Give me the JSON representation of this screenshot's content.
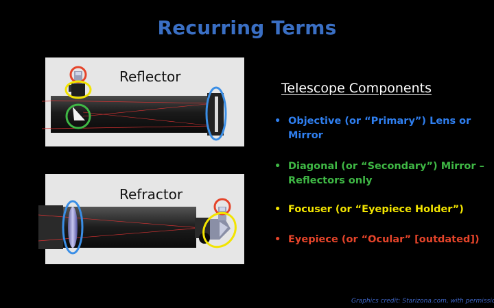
{
  "title": "Recurring Terms",
  "reflector_panel": {
    "label": "Reflector"
  },
  "refractor_panel": {
    "label": "Refractor"
  },
  "components": {
    "heading": "Telescope Components",
    "bullet_glyph": "•",
    "items": [
      {
        "text": "Objective (or “Primary”) Lens or Mirror",
        "color": "#2f7ff0"
      },
      {
        "text": "Diagonal (or “Secondary”) Mirror – Reflectors only",
        "color": "#3fb845"
      },
      {
        "text": "Focuser (or “Eyepiece Holder”)",
        "color": "#f2e400"
      },
      {
        "text": "Eyepiece (or “Ocular” [outdated])",
        "color": "#e5442a"
      }
    ]
  },
  "credit": "Graphics credit: Starizona.com, with permission",
  "colors": {
    "title": "#3a6fc4",
    "background": "#000000",
    "panel": "#e6e6e6",
    "objective_ring": "#3a8ee6",
    "diagonal_ring": "#3fb845",
    "focuser_ring": "#f2e400",
    "eyepiece_ring": "#e5442a"
  }
}
